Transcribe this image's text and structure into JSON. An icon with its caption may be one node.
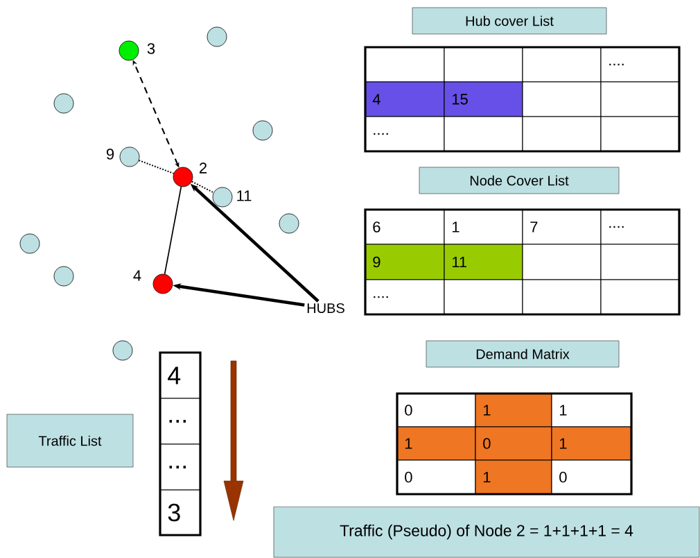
{
  "diagram": {
    "nodes": [
      {
        "text": [],
        "shape": "circle",
        "beside": [
          "3"
        ]
      },
      {
        "text": [],
        "shape": "circle"
      },
      {
        "text": [
          "Hub cover List"
        ]
      },
      {
        "text": [],
        "shape": "circle"
      },
      {
        "text": [],
        "shape": "circle"
      },
      {
        "text": [],
        "shape": "circle",
        "beside": [
          "9"
        ]
      },
      {
        "text": [],
        "shape": "circle",
        "beside": [
          "2"
        ]
      },
      {
        "text": [
          "Node Cover List"
        ]
      },
      {
        "text": [],
        "shape": "circle",
        "beside": [
          "11"
        ]
      },
      {
        "text": [],
        "shape": "circle"
      },
      {
        "text": [],
        "shape": "circle"
      },
      {
        "text": [],
        "shape": "circle"
      },
      {
        "text": [],
        "shape": "circle",
        "beside": [
          "4"
        ]
      },
      {
        "text": [
          "HUBS"
        ]
      },
      {
        "text": [
          "Demand Matrix"
        ]
      },
      {
        "text": [],
        "shape": "circle"
      },
      {
        "text": [
          "Traffic List"
        ]
      },
      {
        "text": [
          "Traffic (Pseudo) of Node 2 = 1+1+1+1 = 4"
        ]
      }
    ],
    "edges": [
      {
        "from": 6,
        "to": 0,
        "arrow": "both",
        "style": "dashed"
      },
      {
        "from": 5,
        "to": 6,
        "arrow": "none",
        "style": "dashed"
      },
      {
        "from": 6,
        "to": 8,
        "arrow": "none",
        "style": "dashed"
      },
      {
        "from": 6,
        "to": 12,
        "arrow": "none"
      },
      {
        "from": 13,
        "to": 6,
        "arrow": "to",
        "style": "thick"
      },
      {
        "from": 13,
        "to": 12,
        "arrow": "to",
        "style": "thick"
      }
    ],
    "labels": [
      "....",
      "4",
      "15",
      "....",
      "6",
      "1",
      "7",
      "....",
      "9",
      "11",
      "....",
      "4",
      "...",
      "...",
      "3",
      "0",
      "1",
      "1",
      "1",
      "0",
      "1",
      "0",
      "1",
      "0"
    ]
  }
}
